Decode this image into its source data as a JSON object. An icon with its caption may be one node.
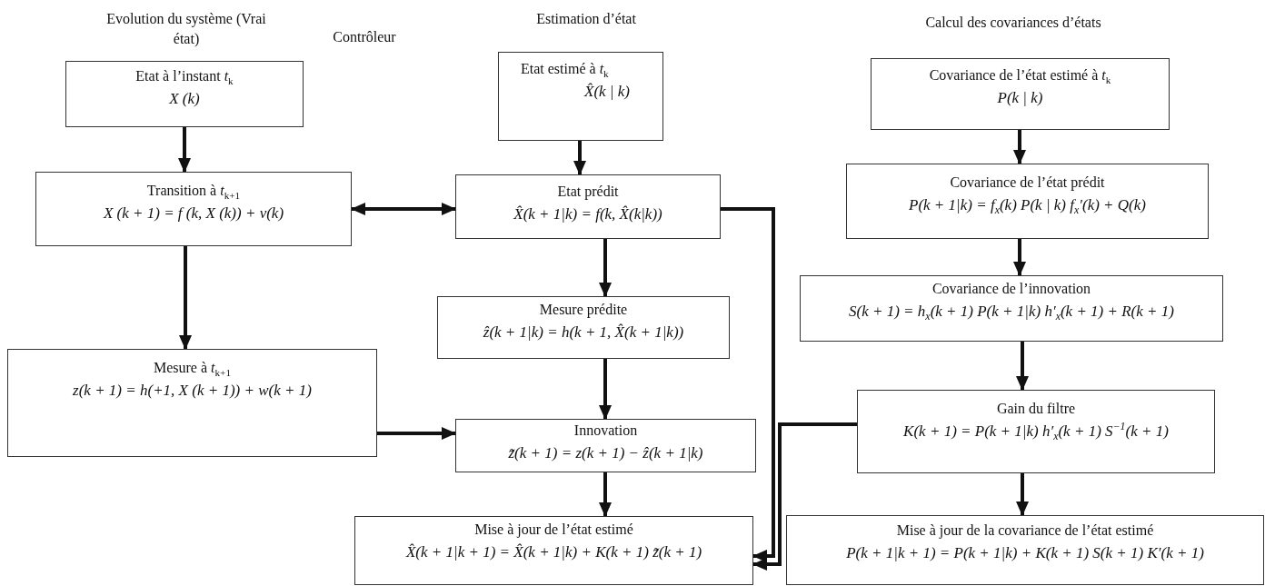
{
  "diagram": {
    "nodes": [
      {
        "text": [
          "Etat à l’instant *t*$_{k}$",
          "X (k)"
        ]
      },
      {
        "text": [
          "Transition à *t*$_{k+1}$",
          "X (k + 1) = f (k, X (k)) + v(k)"
        ]
      },
      {
        "text": [
          "Mesure à *t*$_{k+1}$",
          "z(k + 1) = h(+1, X (k + 1)) + w(k + 1)"
        ]
      },
      {
        "text": [
          "Etat estimé à *t*$_{k}$",
          "X̂(k | k)"
        ]
      },
      {
        "text": [
          "Etat prédit",
          "X̂(k + 1|k) = f(k, X̂(k|k))"
        ]
      },
      {
        "text": [
          "Mesure prédite",
          "ẑ(k + 1|k) = h(k + 1, X̂(k + 1|k))"
        ]
      },
      {
        "text": [
          "Innovation",
          "z̃(k + 1) = z(k + 1) − ẑ(k + 1|k)"
        ]
      },
      {
        "text": [
          "Mise à jour de l’état estimé",
          "X̂(k + 1|k + 1) = X̂(k + 1|k) + K(k + 1) z̃(k + 1)"
        ]
      },
      {
        "text": [
          "Covariance de l’état estimé à *t*$_{k}$",
          "P(k | k)"
        ]
      },
      {
        "text": [
          "Covariance de l’état prédit",
          "P(k + 1|k) = f$_{x}$(k) P(k | k) f$_{x}$′(k) + Q(k)"
        ]
      },
      {
        "text": [
          "Covariance de l’innovation",
          "S(k + 1) = h$_{x}$(k + 1) P(k + 1|k) h′$_{x}$(k + 1) + R(k + 1)"
        ]
      },
      {
        "text": [
          "Gain du filtre",
          "K(k + 1) = P(k + 1|k) h′$_{x}$(k + 1) S$^{−1}$(k + 1)"
        ]
      },
      {
        "text": [
          "Mise à jour de la covariance de l’état estimé",
          "P(k + 1|k + 1) = P(k + 1|k) + K(k + 1) S(k + 1) K′(k + 1)"
        ]
      }
    ],
    "edges": [
      {
        "from": 0,
        "to": 1,
        "arrow": "to"
      },
      {
        "from": 1,
        "to": 4,
        "arrow": "both"
      },
      {
        "from": 1,
        "to": 2,
        "arrow": "to"
      },
      {
        "from": 2,
        "to": 6,
        "arrow": "to"
      },
      {
        "from": 3,
        "to": 4,
        "arrow": "to"
      },
      {
        "from": 4,
        "to": 5,
        "arrow": "to"
      },
      {
        "from": 5,
        "to": 6,
        "arrow": "to"
      },
      {
        "from": 6,
        "to": 7,
        "arrow": "to"
      },
      {
        "from": 4,
        "to": 7,
        "arrow": "to"
      },
      {
        "from": 11,
        "to": 7,
        "arrow": "to"
      },
      {
        "from": 8,
        "to": 9,
        "arrow": "to"
      },
      {
        "from": 9,
        "to": 10,
        "arrow": "to"
      },
      {
        "from": 10,
        "to": 11,
        "arrow": "to"
      },
      {
        "from": 11,
        "to": 12,
        "arrow": "to"
      }
    ],
    "labels": [
      "Evolution du système (Vrai état)",
      "Contrôleur",
      "Estimation d’état",
      "Calcul des covariances d’états"
    ]
  }
}
